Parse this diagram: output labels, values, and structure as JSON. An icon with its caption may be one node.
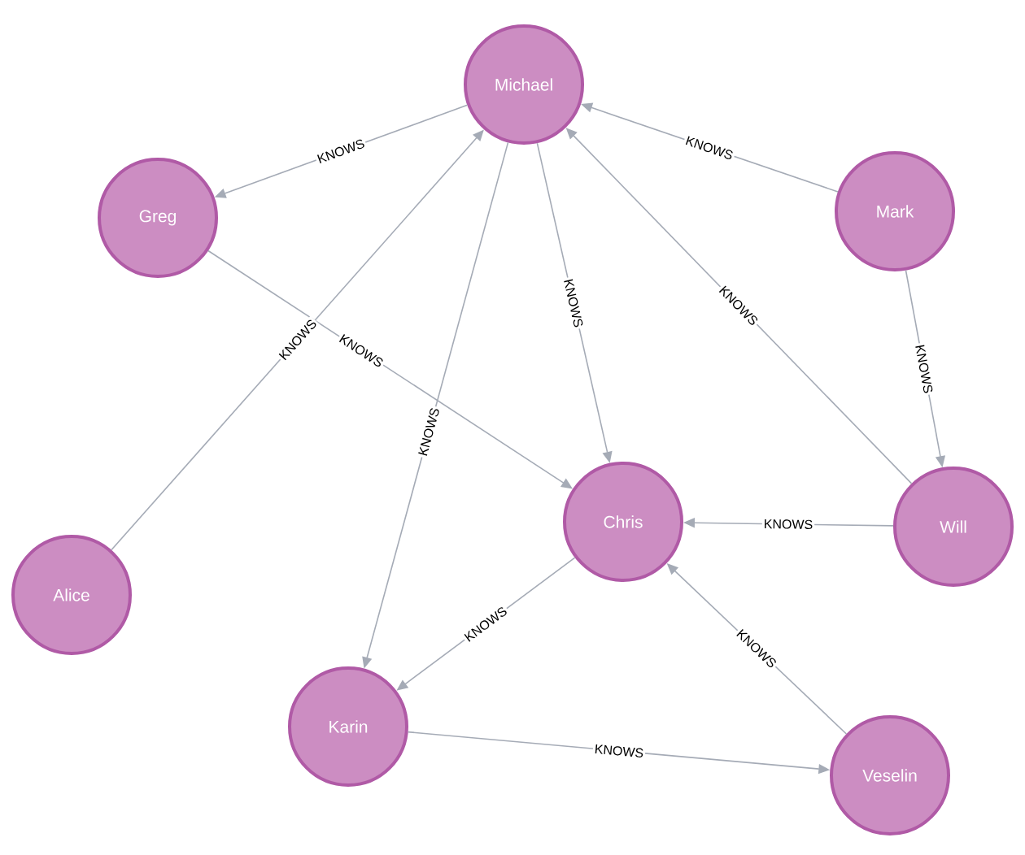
{
  "diagram": {
    "nodes": [
      {
        "text": [
          "Michael"
        ]
      },
      {
        "text": [
          "Greg"
        ]
      },
      {
        "text": [
          "Mark"
        ]
      },
      {
        "text": [
          "Alice"
        ]
      },
      {
        "text": [
          "Chris"
        ]
      },
      {
        "text": [
          "Will"
        ]
      },
      {
        "text": [
          "Karin"
        ]
      },
      {
        "text": [
          "Veselin"
        ]
      }
    ],
    "edges": [
      {
        "from": 0,
        "to": 1,
        "arrow": "to",
        "label": "KNOWS"
      },
      {
        "from": 2,
        "to": 0,
        "arrow": "to",
        "label": "KNOWS"
      },
      {
        "from": 3,
        "to": 0,
        "arrow": "to",
        "label": "KNOWS"
      },
      {
        "from": 1,
        "to": 4,
        "arrow": "to",
        "label": "KNOWS"
      },
      {
        "from": 0,
        "to": 4,
        "arrow": "to",
        "label": "KNOWS"
      },
      {
        "from": 0,
        "to": 6,
        "arrow": "to",
        "label": "KNOWS"
      },
      {
        "from": 5,
        "to": 0,
        "arrow": "to",
        "label": "KNOWS"
      },
      {
        "from": 2,
        "to": 5,
        "arrow": "to",
        "label": "KNOWS"
      },
      {
        "from": 5,
        "to": 4,
        "arrow": "to",
        "label": "KNOWS"
      },
      {
        "from": 4,
        "to": 6,
        "arrow": "to",
        "label": "KNOWS"
      },
      {
        "from": 7,
        "to": 4,
        "arrow": "to",
        "label": "KNOWS"
      },
      {
        "from": 6,
        "to": 7,
        "arrow": "to",
        "label": "KNOWS"
      }
    ]
  }
}
